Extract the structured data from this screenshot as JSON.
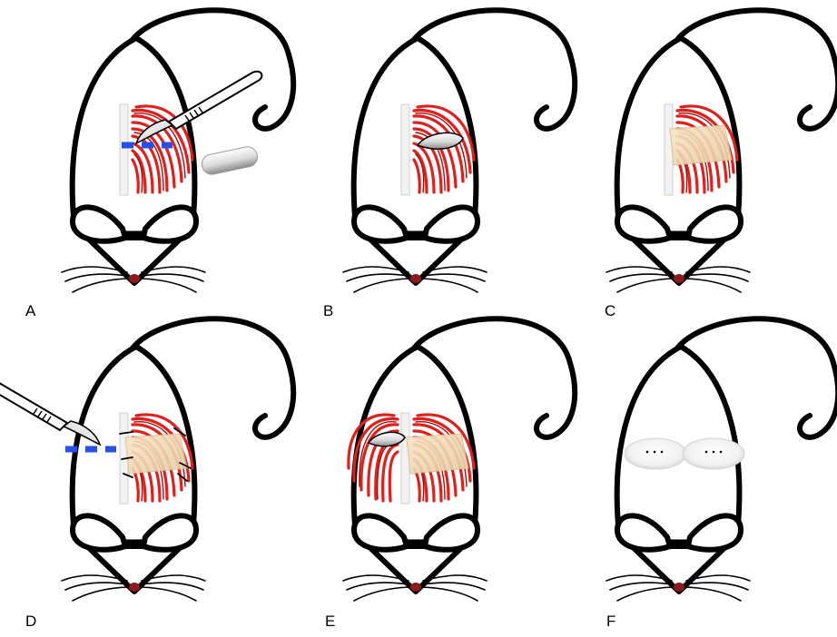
{
  "panels": [
    {
      "label": "A",
      "state": "incision"
    },
    {
      "label": "B",
      "state": "defect"
    },
    {
      "label": "C",
      "state": "patch"
    },
    {
      "label": "D",
      "state": "second-incision"
    },
    {
      "label": "E",
      "state": "second-defect"
    },
    {
      "label": "F",
      "state": "closed"
    }
  ],
  "colors": {
    "muscle": "#e0201c",
    "muscle_dark": "#a50f0c",
    "incision_line": "#2a4fe6",
    "patch": "#f0d9b5",
    "nose": "#8b1a1a",
    "outline": "#000000"
  }
}
